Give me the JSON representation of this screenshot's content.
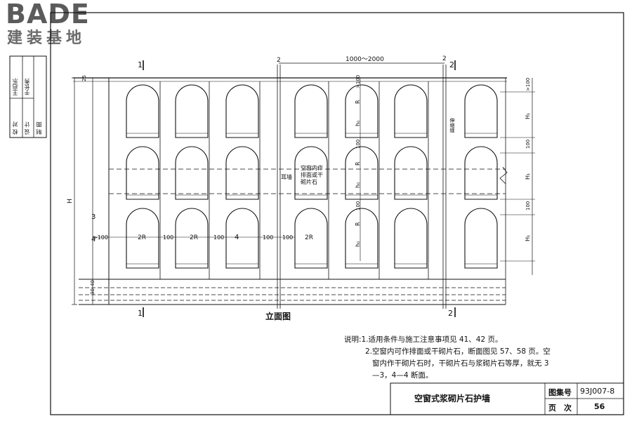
{
  "logo": {
    "brand_en": "BADE",
    "brand_zh": "建装基地"
  },
  "side_panel": {
    "rows": [
      {
        "label": "校 对",
        "name": "王启乐"
      },
      {
        "label": "设 计",
        "name": "于长秀"
      },
      {
        "label": "制 图",
        "name": ""
      }
    ]
  },
  "drawing": {
    "section_marks": {
      "s1": "1",
      "s2": "2",
      "s3": "3",
      "s4": "4"
    },
    "dims": {
      "span": "1000～2000",
      "d25": "25",
      "gte100": ">100",
      "d100": "100",
      "twoR": "2R",
      "R": "R",
      "h0": "h₀",
      "H": "H",
      "H1": "H₁",
      "d30": "30",
      "d40": "40",
      "gte100_left": ">100"
    },
    "labels": {
      "ear_wall": "耳墙",
      "window_note": "空窗内作\n排面或干\n砌片石",
      "expansion_joint": "伸缩缝"
    },
    "view_title": "立面图"
  },
  "notes": {
    "lead": "说明:",
    "item1": "1.适用条件与施工注意事项见 41、42 页。",
    "item2_l1": "2.空窗内可作排面或干砌片石，断面图见 57、58 页。空",
    "item2_l2": "窗内作干砌片石时，干砌片石与浆砌片石等厚，就无 3",
    "item2_l3": "—3，4—4 断面。"
  },
  "title_block": {
    "title": "空窗式浆砌片石护墙",
    "atlas_label": "图集号",
    "atlas_no": "93J007-8",
    "page_label": "页　次",
    "page_no": "56"
  }
}
